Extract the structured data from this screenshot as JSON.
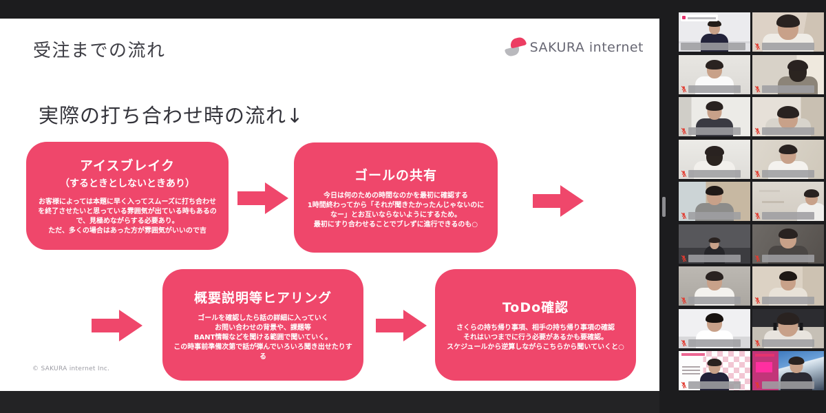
{
  "slide": {
    "title": "受注までの流れ",
    "logo_text": "SAKURA internet",
    "subtitle": "実際の打ち合わせ時の流れ↓",
    "accent_pink": "#ef476b",
    "steps": [
      {
        "title": "アイスブレイク",
        "subtitle": "（するときとしないときあり）",
        "body": "お客様によっては本題に早く入ってスムーズに打ち合わせ\nを終了させたいと思っている雰囲気が出ている時もあるの\nで、見極めながらする必要あり。\nただ、多くの場合はあった方が雰囲気がいいので吉"
      },
      {
        "title": "ゴールの共有",
        "subtitle": "",
        "body": "今日は何のための時間なのかを最初に確認する\n1時間終わってから「それが聞きたかったんじゃないのに\nなー」とお互いならないようにするため。\n最初にすり合わせることでブレずに進行できるのも○"
      },
      {
        "title": "概要説明等ヒアリング",
        "subtitle": "",
        "body": "ゴールを確認したら話の詳細に入っていく\nお問い合わせの背景や、課題等\nBANT情報などを聞ける範囲で聞いていく。\nこの時事前準備次第で話が弾んでいろいろ聞き出せたりす\nる"
      },
      {
        "title": "ToDo確認",
        "subtitle": "",
        "body": "さくらの持ち帰り事項、相手の持ち帰り事項の確認\nそれはいつまでに行う必要があるかも要確認。\nスケジュールから逆算しながらこちらから聞いていくと○"
      }
    ],
    "footer": "© SAKURA internet Inc."
  },
  "participants": [
    {
      "scene": "presenter-at-whiteboard-dark-suit",
      "active": true,
      "muted": false,
      "has_label": true,
      "name_redacted": true
    },
    {
      "scene": "woman-closeup-bright-room-curtain",
      "active": false,
      "muted": true,
      "has_label": false,
      "name_redacted": true
    },
    {
      "scene": "man-white-shirt-plain-wall",
      "active": false,
      "muted": true,
      "has_label": false,
      "name_redacted": true
    },
    {
      "scene": "person-looking-away-bright-room",
      "active": false,
      "muted": true,
      "has_label": false,
      "name_redacted": true
    },
    {
      "scene": "man-glasses-window-left",
      "active": false,
      "muted": true,
      "has_label": false,
      "name_redacted": true
    },
    {
      "scene": "man-closeup-bright-room-door",
      "active": false,
      "muted": true,
      "has_label": false,
      "name_redacted": true
    },
    {
      "scene": "man-looking-down-white-wall",
      "active": false,
      "muted": true,
      "has_label": false,
      "name_redacted": true
    },
    {
      "scene": "man-glasses-blurred-background",
      "active": false,
      "muted": true,
      "has_label": false,
      "name_redacted": true
    },
    {
      "scene": "woman-bangs-window-wood-wall",
      "active": false,
      "muted": true,
      "has_label": false,
      "name_redacted": true
    },
    {
      "scene": "desk-shelves-woman-at-right",
      "active": false,
      "muted": true,
      "has_label": false,
      "name_redacted": true
    },
    {
      "scene": "man-small-in-dark-room",
      "active": false,
      "muted": true,
      "has_label": false,
      "name_redacted": true
    },
    {
      "scene": "woman-blurred-dark-background",
      "active": false,
      "muted": true,
      "has_label": false,
      "name_redacted": true
    },
    {
      "scene": "man-white-shirt-gray-wall",
      "active": false,
      "muted": true,
      "has_label": false,
      "name_redacted": true
    },
    {
      "scene": "woman-long-hair-bright-room",
      "active": false,
      "muted": true,
      "has_label": false,
      "name_redacted": true
    },
    {
      "scene": "woman-long-hair-office-chair",
      "active": false,
      "muted": true,
      "has_label": false,
      "name_redacted": true
    },
    {
      "scene": "woman-headphones-closeup",
      "active": false,
      "muted": true,
      "has_label": false,
      "name_redacted": true
    },
    {
      "scene": "man-sakura-checkered-backdrop",
      "active": false,
      "muted": true,
      "has_label": false,
      "name_redacted": true
    },
    {
      "scene": "man-virtual-bg-building-pink-panel",
      "active": false,
      "muted": true,
      "has_label": false,
      "name_redacted": true
    }
  ]
}
